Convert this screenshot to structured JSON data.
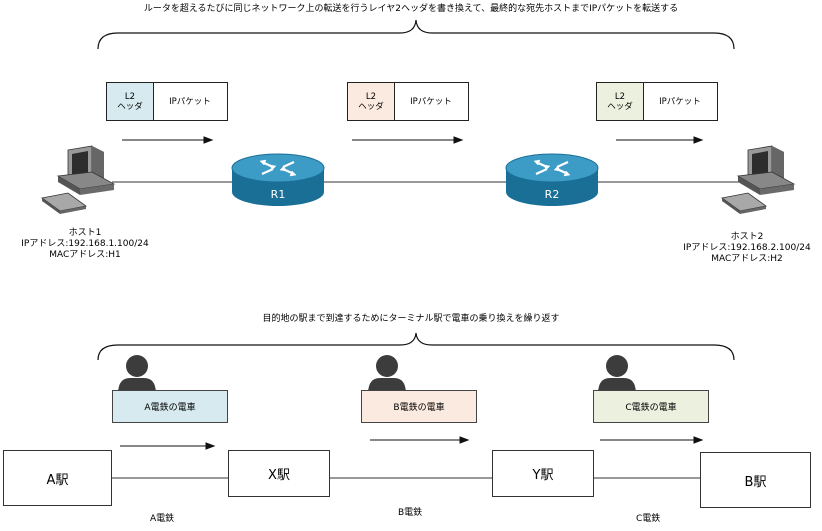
{
  "top": {
    "caption": "ルータを超えるたびに同じネットワーク上の転送を行うレイヤ2ヘッダを書き換えて、最終的な宛先ホストまでIPパケットを転送する",
    "frames": [
      {
        "header": "L2\nヘッダ",
        "payload": "IPパケット",
        "color": "#d6eaf0"
      },
      {
        "header": "L2\nヘッダ",
        "payload": "IPパケット",
        "color": "#fbeadf"
      },
      {
        "header": "L2\nヘッダ",
        "payload": "IPパケット",
        "color": "#ebf0df"
      }
    ],
    "routers": [
      {
        "label": "R1"
      },
      {
        "label": "R2"
      }
    ],
    "host1": {
      "name": "ホスト1",
      "ip": "IPアドレス:192.168.1.100/24",
      "mac": "MACアドレス:H1"
    },
    "host2": {
      "name": "ホスト2",
      "ip": "IPアドレス:192.168.2.100/24",
      "mac": "MACアドレス:H2"
    }
  },
  "bottom": {
    "caption": "目的地の駅まで到達するためにターミナル駅で電車の乗り換えを繰り返す",
    "trains": [
      {
        "label": "A電鉄の電車",
        "color": "#d6eaf0"
      },
      {
        "label": "B電鉄の電車",
        "color": "#fbeadf"
      },
      {
        "label": "C電鉄の電車",
        "color": "#ebf0df"
      }
    ],
    "stations": [
      {
        "label": "A駅"
      },
      {
        "label": "X駅"
      },
      {
        "label": "Y駅"
      },
      {
        "label": "B駅"
      }
    ],
    "lines": [
      {
        "label": "A電鉄"
      },
      {
        "label": "B電鉄"
      },
      {
        "label": "C電鉄"
      }
    ]
  }
}
